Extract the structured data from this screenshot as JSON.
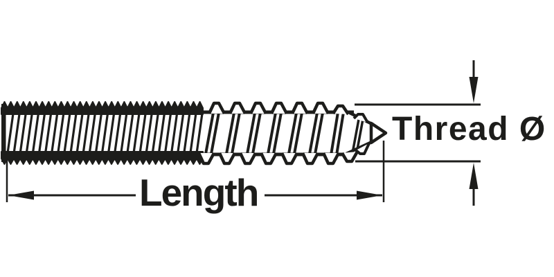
{
  "diagram": {
    "subject": "hanger-bolt-technical-drawing",
    "background_color": "#ffffff",
    "line_color": "#1d1d1b",
    "labels": {
      "length": "Length",
      "thread_diameter": "Thread Ø"
    }
  }
}
